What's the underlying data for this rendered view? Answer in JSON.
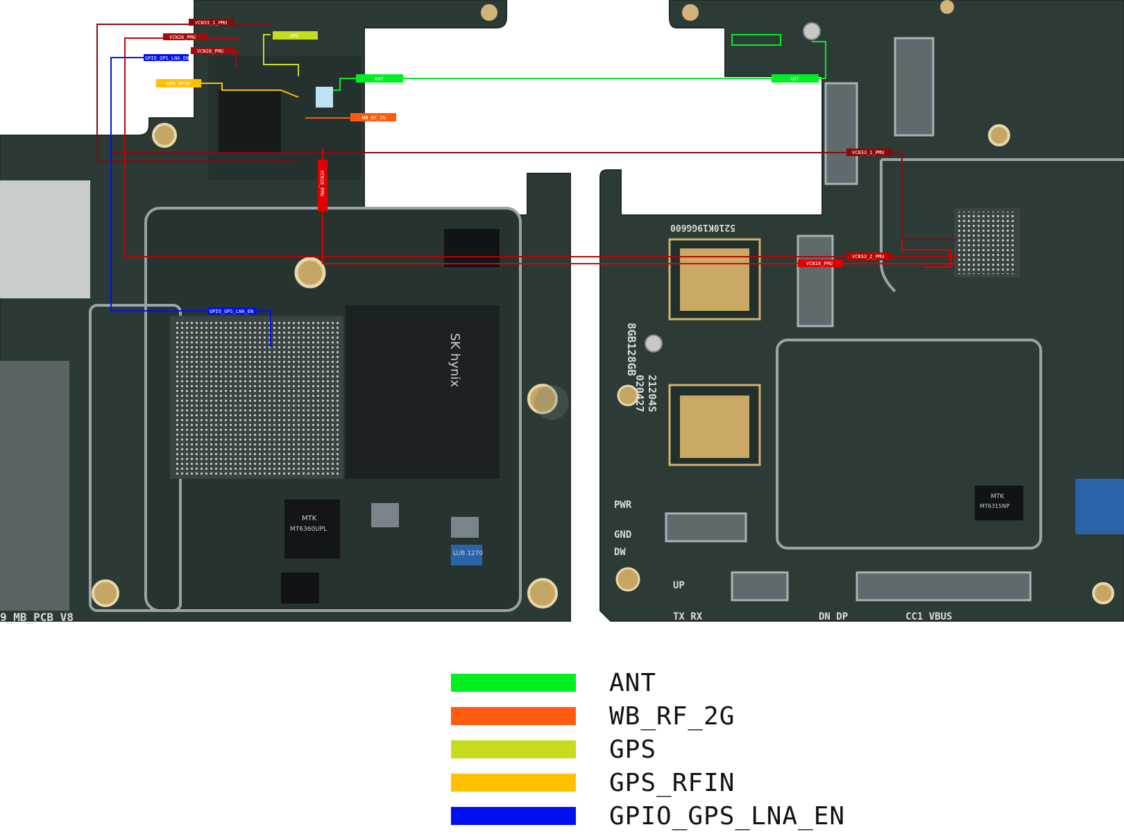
{
  "legend": [
    {
      "label": "ANT",
      "color": "#00ee22"
    },
    {
      "label": "WB_RF_2G",
      "color": "#ff5a10"
    },
    {
      "label": "GPS",
      "color": "#c8dc1e"
    },
    {
      "label": "GPS_RFIN",
      "color": "#ffc000"
    },
    {
      "label": "GPIO_GPS_LNA_EN",
      "color": "#0010f0"
    }
  ],
  "net_tags": {
    "vcn33_1_pmu_a": "VCN33_1_PMU",
    "vcn28_pmu_a": "VCN28_PMU",
    "vcn28_pmu_b": "VCN28_PMU",
    "gpio_gps_lna_en_a": "GPIO_GPS_LNA_EN",
    "gps": "GPS",
    "gps_rfin": "GPS_RFIN",
    "ant_left": "ANT",
    "ant_right": "ANT",
    "wb_rf_2g": "WB_RF_2G",
    "vcn18_pmu_v": "VCN18_PMU",
    "vcn33_1_pmu_b": "VCN33_1_PMU",
    "vcn33_2_pmu": "VCN33_2_PMU",
    "vcn18_pmu_h": "VCN18_PMU",
    "gpio_gps_lna_en_b": "GPIO_GPS_LNA_EN"
  },
  "silkscreen": {
    "left_board_label": "9_MB_PCB V8",
    "pwr": "PWR",
    "gnd": "GND",
    "dw": "DW",
    "up": "UP",
    "tx_rx": "TX RX",
    "dn_dp": "DN DP",
    "cc1_vbus": "CC1 VBUS",
    "mem": "8GB128GB",
    "code1": "21204S",
    "code2": "020427",
    "code3": "5210K19GG600"
  },
  "chips": {
    "hynix": "SK hynix",
    "mtk_pmic": "MTK",
    "mtk_pmic_part": "MT6360UPL",
    "mtk_charger": "MTK",
    "mtk_charger_part": "MT6315NP",
    "lub": "LUB 1270"
  }
}
